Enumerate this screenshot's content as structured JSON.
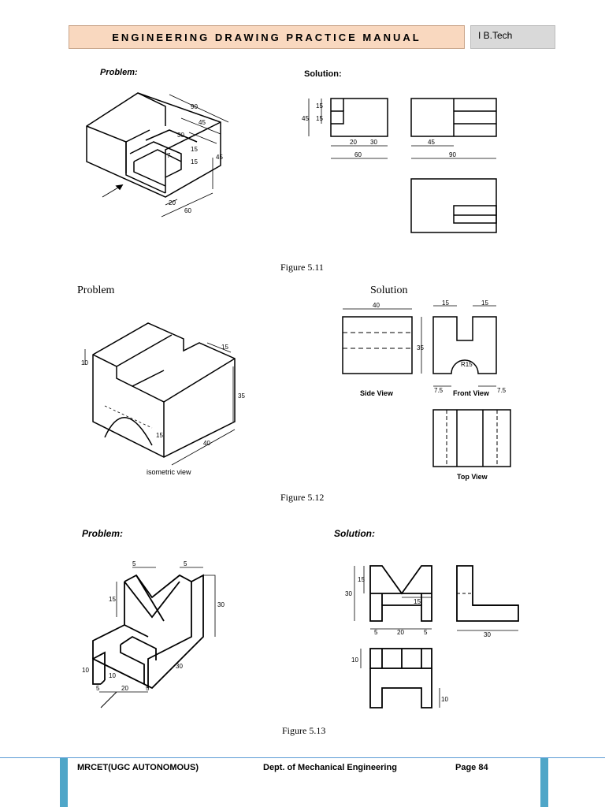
{
  "header": {
    "title": "ENGINEERING DRAWING PRACTICE MANUAL",
    "course": "I B.Tech"
  },
  "figures": [
    {
      "problem_label": "Problem:",
      "solution_label": "Solution:",
      "caption": "Figure  5.11",
      "problem_dims": [
        "90",
        "45",
        "30",
        "15",
        "15",
        "45",
        "20",
        "60",
        "7"
      ],
      "solution_dims": [
        "45",
        "15",
        "15",
        "20",
        "30",
        "60",
        "45",
        "90"
      ]
    },
    {
      "problem_label": "Problem",
      "solution_label": "Solution",
      "caption": "Figure  5.12",
      "problem_dims": [
        "10",
        "15",
        "35",
        "15",
        "40"
      ],
      "problem_view_label": "isometric view",
      "solution_dims": [
        "40",
        "35",
        "15",
        "15",
        "R15",
        "7.5",
        "7.5"
      ],
      "solution_view_labels": [
        "Side View",
        "Front View",
        "Top View"
      ]
    },
    {
      "problem_label": "Problem:",
      "solution_label": "Solution:",
      "caption": "Figure 5.13",
      "problem_dims": [
        "5",
        "5",
        "15",
        "30",
        "10",
        "10",
        "5",
        "20",
        "5",
        "30"
      ],
      "solution_dims": [
        "15",
        "30",
        "15",
        "5",
        "20",
        "5",
        "30",
        "10",
        "10"
      ]
    }
  ],
  "footer": {
    "left": "MRCET(UGC AUTONOMOUS)",
    "center": "Dept. of Mechanical Engineering",
    "right": "Page 84"
  },
  "colors": {
    "header_bg": "#f9d8bf",
    "tag_bg": "#d9d9d9",
    "footer_accent": "#4fa6c8"
  }
}
